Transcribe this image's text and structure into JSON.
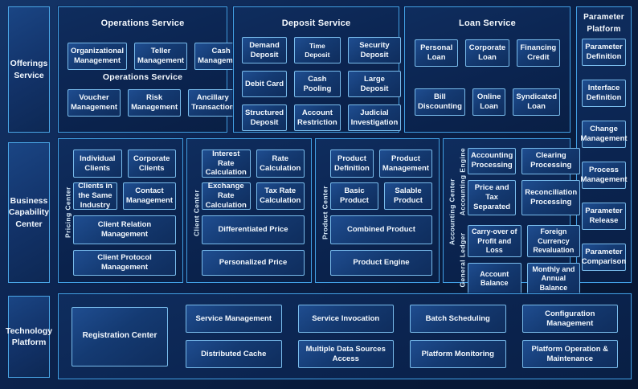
{
  "colors": {
    "background": "#0b2148",
    "panel_fill": "#0b2450",
    "panel_border": "#42a0e4",
    "box_fill": "#143a72",
    "box_border": "#79bcec",
    "text": "#f4f9fe"
  },
  "offerings": {
    "label": "Offerings Service"
  },
  "operations": {
    "title": "Operations Service",
    "caption": "Operations Service",
    "items": [
      "Organizational Management",
      "Teller Management",
      "Cash Management",
      "Voucher Management",
      "Risk Management",
      "Ancillary Transaction"
    ]
  },
  "deposit": {
    "title": "Deposit Service",
    "items": [
      "Demand Deposit",
      "Time Deposit",
      "Security Deposit",
      "Debit Card",
      "Cash Pooling",
      "Large Deposit",
      "Structured Deposit",
      "Account Restriction",
      "Judicial Investigation"
    ]
  },
  "loan": {
    "title": "Loan Service",
    "items": [
      "Personal Loan",
      "Corporate Loan",
      "Financing Credit",
      "Bill Discounting",
      "Online Loan",
      "Syndicated Loan"
    ]
  },
  "parameter_platform": {
    "title_line1": "Parameter",
    "title_line2": "Platform",
    "items": [
      "Parameter Definition",
      "Interface Definition",
      "Change Management",
      "Process Management",
      "Parameter Release",
      "Parameter Comparison"
    ]
  },
  "business_capability": {
    "label": "Business Capability Center"
  },
  "pricing_center": {
    "label": "Pricing Center",
    "items": [
      "Individual Clients",
      "Corporate Clients",
      "Clients in the Same Industry",
      "Contact Management",
      "Client Relation Management",
      "Client Protocol Management"
    ]
  },
  "client_center": {
    "label": "Client Center",
    "items": [
      "Interest Rate Calculation",
      "Rate Calculation",
      "Exchange Rate Calculation",
      "Tax Rate Calculation",
      "Differentiated Price",
      "Personalized Price"
    ]
  },
  "product_center": {
    "label": "Product Center",
    "items": [
      "Product Definition",
      "Product Management",
      "Basic Product",
      "Salable Product",
      "Combined Product",
      "Product Engine"
    ]
  },
  "accounting_center": {
    "label": "Accounting Center",
    "engine_label": "Accounting Engine",
    "ledger_label": "General  Ledger",
    "engine_items": [
      "Accounting Processing",
      "Clearing Processing",
      "Price and Tax Separated",
      "Reconciliation Processing"
    ],
    "ledger_items": [
      "Carry-over of Profit and Loss",
      "Foreign Currency Revaluation",
      "Account Balance",
      "Monthly and Annual Balance"
    ]
  },
  "technology": {
    "label": "Technology Platform",
    "registration": "Registration Center",
    "items": [
      "Service Management",
      "Service Invocation",
      "Batch Scheduling",
      "Configuration Management",
      "Distributed Cache",
      "Multiple Data Sources Access",
      "Platform Monitoring",
      "Platform Operation & Maintenance"
    ]
  }
}
